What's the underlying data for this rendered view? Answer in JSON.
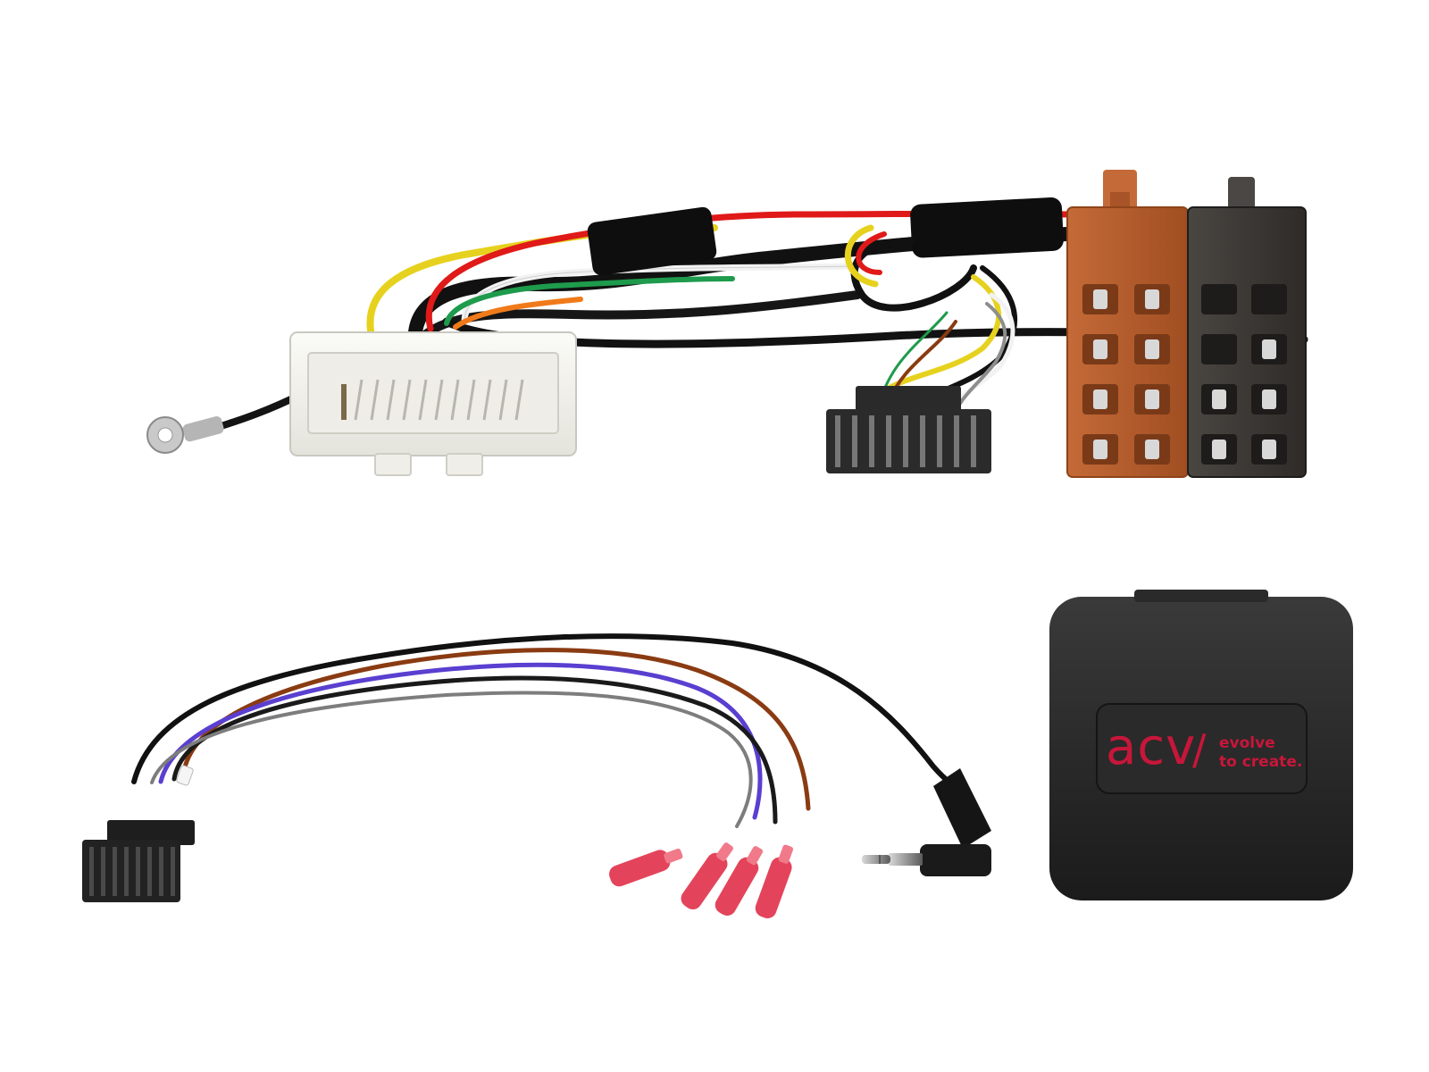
{
  "photo": {
    "description_hidden": false,
    "background": "#ffffff"
  },
  "module_box": {
    "brand": "acv",
    "slash": "/",
    "tagline_line1": "evolve",
    "tagline_line2": "to create."
  },
  "colors": {
    "brand_red": "#c8163a",
    "iso_brown": "#b45a2c",
    "iso_black": "#3a3733",
    "wire_black": "#111111",
    "wire_red": "#e01919",
    "wire_yellow": "#e6d21e",
    "wire_green": "#1e9b4c",
    "wire_white": "#f2f2f2",
    "wire_orange": "#f07a1a",
    "wire_brown": "#8a3b12",
    "wire_violet": "#5a3fd0",
    "wire_grey": "#7d7d7d",
    "terminal_red": "#e23a52"
  }
}
